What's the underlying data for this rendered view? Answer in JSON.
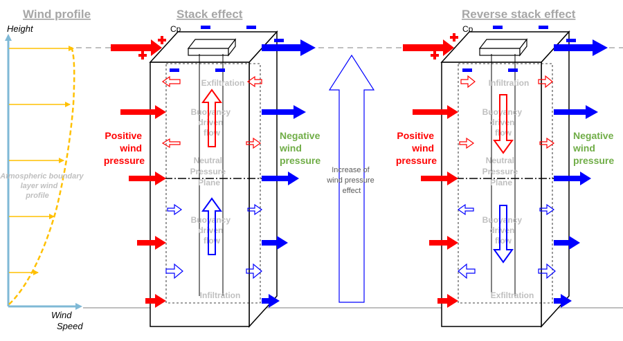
{
  "wind_profile": {
    "title": "Wind profile",
    "y_axis_label": "Height",
    "x_axis_label": "Wind Speed",
    "caption": "Atmospheric boundary layer wind profile"
  },
  "stack_effect": {
    "title": "Stack effect",
    "cp": "Cp",
    "top_label": "Exfiltration",
    "bottom_label": "Infiltration",
    "upper_flow_label": "Buoyancy driven flow",
    "lower_flow_label": "Buoyancy driven flow",
    "npp_label": "Neutral Pressure Plane",
    "positive_label": "Positive wind pressure",
    "negative_label": "Negative wind pressure"
  },
  "increase_label": "Increase of wind pressure effect",
  "reverse_stack_effect": {
    "title": "Reverse stack effect",
    "cp": "Cp",
    "top_label": "Infiltration",
    "bottom_label": "Exfiltration",
    "upper_flow_label": "Buoyancy driven flow",
    "lower_flow_label": "Buoyancy driven flow",
    "npp_label": "Neutral Pressure Plane",
    "positive_label": "Positive wind pressure",
    "negative_label": "Negative wind pressure"
  },
  "colors": {
    "positive": "#ff0000",
    "negative": "#0000ff",
    "profile": "#ffc000",
    "axis": "#7fb9d6",
    "label_gray": "#bfbfbf",
    "positive_text": "#ff0000",
    "negative_text": "#70ad47"
  }
}
